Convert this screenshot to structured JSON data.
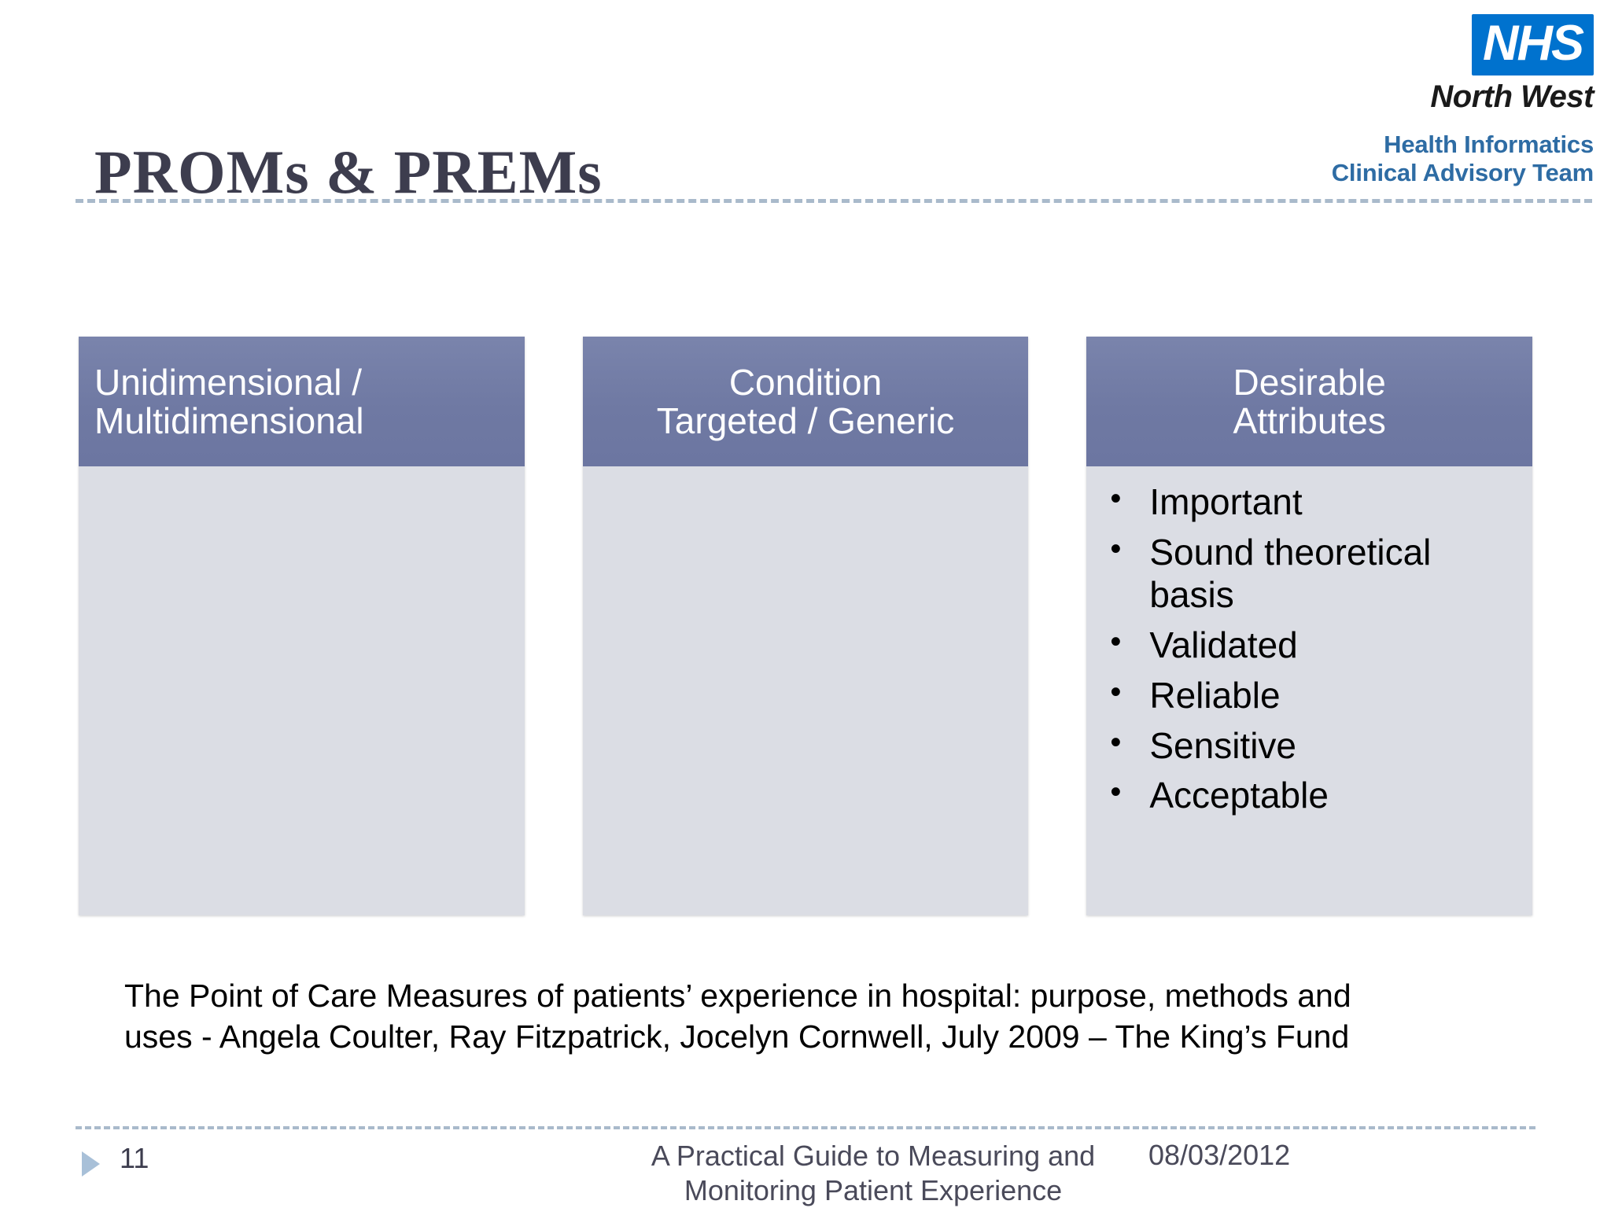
{
  "brand": {
    "nhs_logo_text": "NHS",
    "region": "North West",
    "sub_line1": "Health Informatics",
    "sub_line2": "Clinical Advisory Team",
    "nhs_blue": "#0072CE",
    "sub_blue": "#2E6CA4"
  },
  "slide": {
    "title": "PROMs & PREMs",
    "accent_header": "#6F79A3",
    "panel_body": "#DBDDE4",
    "rule_color": "#A9BACB"
  },
  "columns": [
    {
      "header_line1": "Unidimensional /",
      "header_line2": "Multidimensional",
      "align": "left",
      "bullets": []
    },
    {
      "header_line1": "Condition",
      "header_line2": "Targeted / Generic",
      "align": "center",
      "bullets": []
    },
    {
      "header_line1": "Desirable",
      "header_line2": "Attributes",
      "align": "center",
      "bullets": [
        "Important",
        "Sound theoretical basis",
        "Validated",
        "Reliable",
        "Sensitive",
        "Acceptable"
      ]
    }
  ],
  "citation": {
    "line1": "The Point of Care Measures of patients’ experience in hospital: purpose, methods and",
    "line2": "uses  - Angela Coulter, Ray Fitzpatrick, Jocelyn Cornwell, July 2009 – The King’s Fund"
  },
  "footer": {
    "slide_number": "11",
    "center_line1": "A Practical Guide to Measuring and",
    "center_line2": "Monitoring Patient Experience",
    "date": "08/03/2012"
  }
}
